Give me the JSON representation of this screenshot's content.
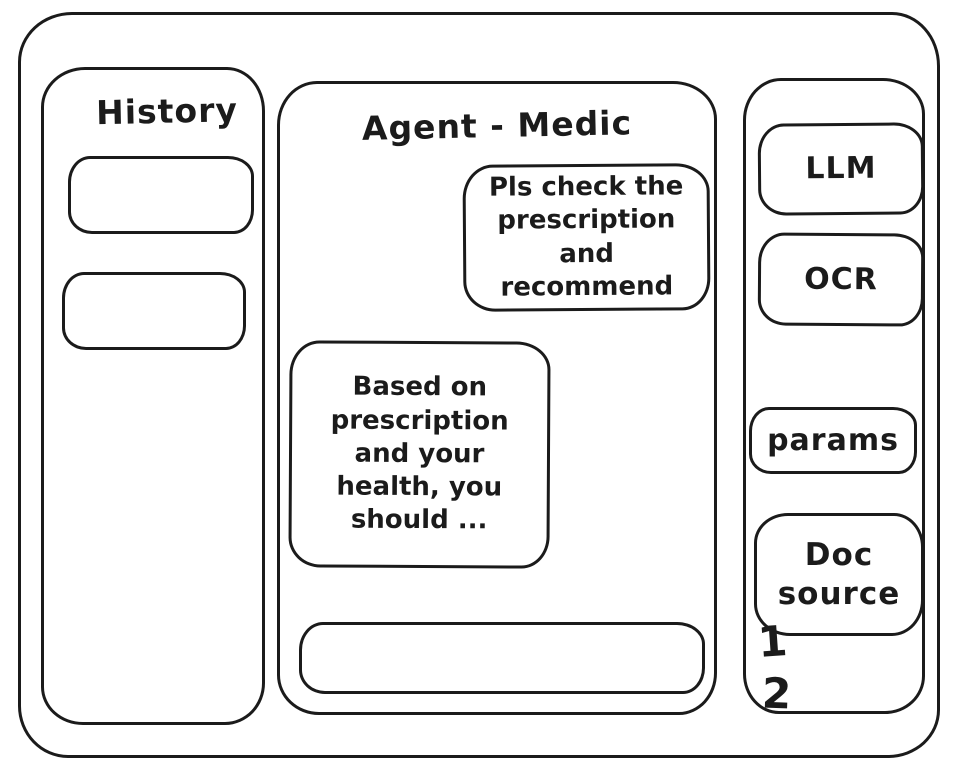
{
  "colors": {
    "stroke": "#1b1b1b",
    "background": "#ffffff"
  },
  "sidebar_left": {
    "title": "History",
    "items": [
      {
        "label": ""
      },
      {
        "label": ""
      }
    ]
  },
  "chat": {
    "title": "Agent - Medic",
    "messages": [
      {
        "role": "user",
        "text": "Pls check the prescription and recommend"
      },
      {
        "role": "assistant",
        "text": "Based on prescription and your health, you should ..."
      }
    ],
    "input": {
      "value": "",
      "placeholder": ""
    }
  },
  "sidebar_right": {
    "buttons": [
      {
        "label": "LLM"
      },
      {
        "label": "OCR"
      },
      {
        "label": "params"
      },
      {
        "label": "Doc source"
      }
    ],
    "annotations": [
      "1",
      "2"
    ]
  }
}
